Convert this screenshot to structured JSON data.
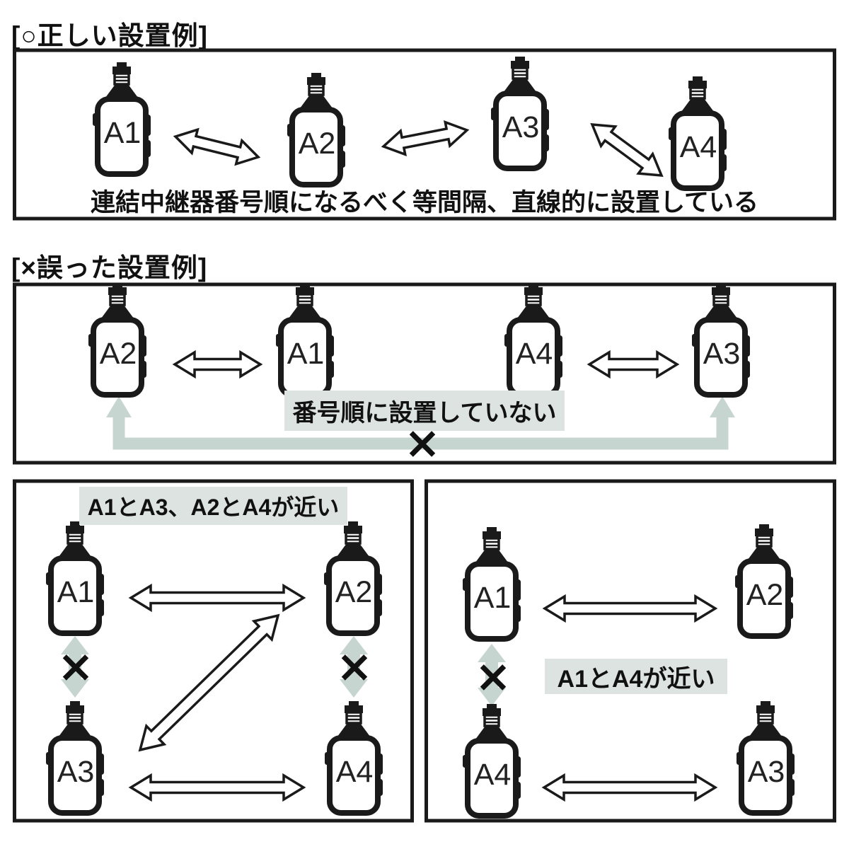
{
  "colors": {
    "line": "#1a1a1a",
    "highlight": "#dce3e0",
    "gray_arrow": "#c7d5d1",
    "device_fill": "#ffffff"
  },
  "correct_section": {
    "heading": "[○正しい設置例]",
    "caption": "連結中継器番号順になるべく等間隔、直線的に設置している",
    "devices": {
      "d1": "A1",
      "d2": "A2",
      "d3": "A3",
      "d4": "A4"
    }
  },
  "wrong_section": {
    "heading": "[×誤った設置例]",
    "caption": "番号順に設置していない",
    "cross": "×",
    "devices": {
      "d1": "A2",
      "d2": "A1",
      "d3": "A4",
      "d4": "A3"
    }
  },
  "wrong_pairs_box": {
    "caption": "A1とA3、A2とA4が近い",
    "crosses": {
      "left": "×",
      "right": "×"
    },
    "devices": {
      "top_left": "A1",
      "top_right": "A2",
      "bottom_left": "A3",
      "bottom_right": "A4"
    }
  },
  "wrong_single_box": {
    "caption": "A1とA4が近い",
    "cross": "×",
    "devices": {
      "top_left": "A1",
      "top_right": "A2",
      "bottom_left": "A4",
      "bottom_right": "A3"
    }
  }
}
